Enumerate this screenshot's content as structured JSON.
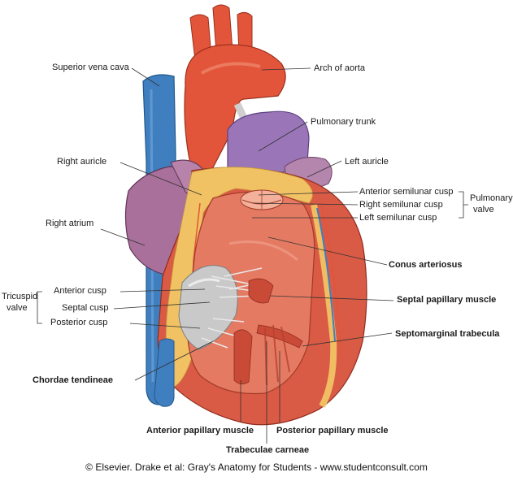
{
  "labels": {
    "superior_vena_cava": "Superior vena cava",
    "arch_of_aorta": "Arch of aorta",
    "pulmonary_trunk": "Pulmonary trunk",
    "right_auricle": "Right auricle",
    "left_auricle": "Left auricle",
    "anterior_semilunar_cusp": "Anterior semilunar cusp",
    "right_semilunar_cusp": "Right semilunar cusp",
    "left_semilunar_cusp": "Left semilunar cusp",
    "pulmonary_valve_line1": "Pulmonary",
    "pulmonary_valve_line2": "valve",
    "right_atrium": "Right atrium",
    "conus_arteriosus": "Conus arteriosus",
    "tricuspid_valve_line1": "Tricuspid",
    "tricuspid_valve_line2": "valve",
    "anterior_cusp": "Anterior cusp",
    "septal_cusp": "Septal cusp",
    "posterior_cusp": "Posterior cusp",
    "septal_papillary_muscle": "Septal papillary muscle",
    "septomarginal_trabecula": "Septomarginal trabecula",
    "chordae_tendineae": "Chordae tendineae",
    "anterior_papillary_muscle": "Anterior papillary muscle",
    "posterior_papillary_muscle": "Posterior papillary muscle",
    "trabeculae_carneae": "Trabeculae carneae"
  },
  "credit": "© Elsevier. Drake et al: Gray's Anatomy for Students - www.studentconsult.com",
  "colors": {
    "vena_cava": "#3f7fc0",
    "aorta": "#e2553a",
    "pulmonary_trunk": "#9a76b8",
    "atrium": "#a8709a",
    "ventricle": "#d95a45",
    "fat": "#f2c866",
    "valve": "#c9c9c9"
  }
}
